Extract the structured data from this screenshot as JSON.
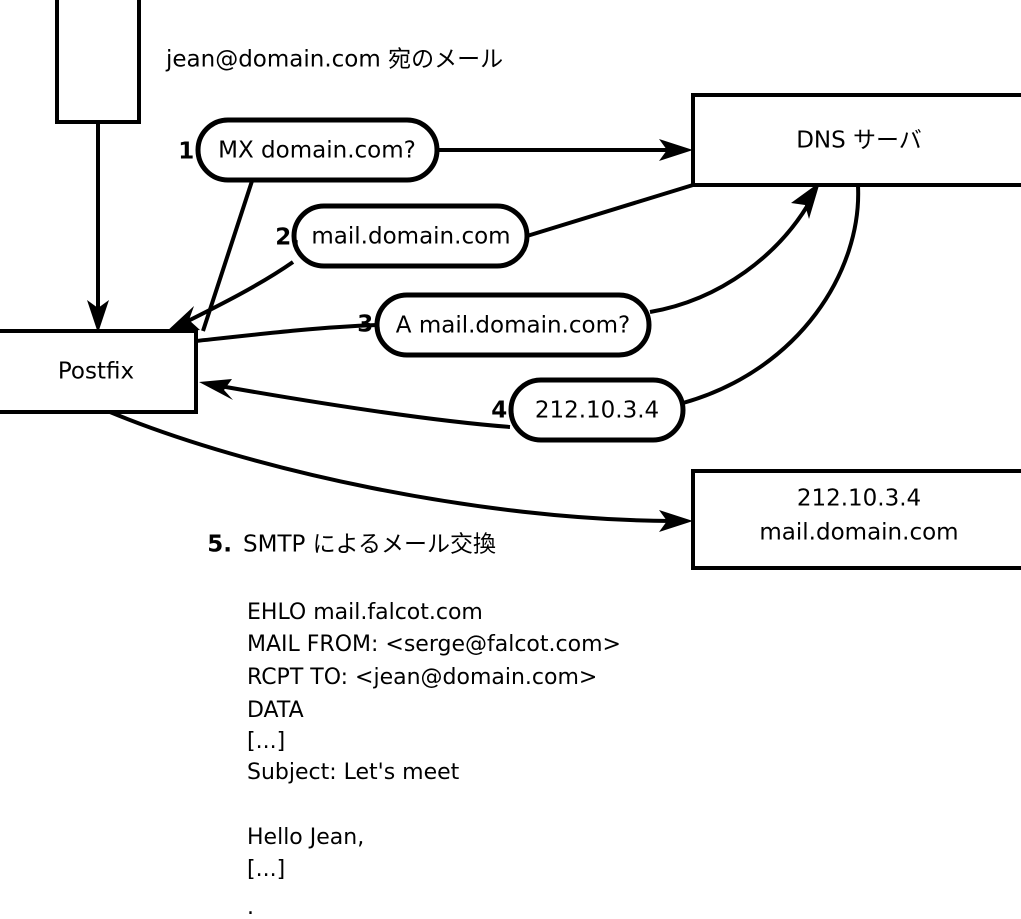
{
  "diagram": {
    "title_note": "jean@domain.com 宛のメール",
    "nodes": [
      {
        "id": "client",
        "label": ""
      },
      {
        "id": "postfix",
        "label": "Postfix"
      },
      {
        "id": "dns",
        "label": "DNS サーバ"
      },
      {
        "id": "mailserver",
        "line1": "212.10.3.4",
        "line2": "mail.domain.com"
      }
    ],
    "steps": [
      {
        "num": "1.",
        "label": "MX domain.com?"
      },
      {
        "num": "2.",
        "label": "mail.domain.com"
      },
      {
        "num": "3.",
        "label": "A mail.domain.com?"
      },
      {
        "num": "4.",
        "label": "212.10.3.4"
      }
    ],
    "step5": {
      "num": "5.",
      "label": "SMTP によるメール交換"
    },
    "smtp_transcript": [
      "EHLO mail.falcot.com",
      "MAIL FROM: <serge@falcot.com>",
      "RCPT TO: <jean@domain.com>",
      "DATA",
      "[...]",
      "Subject: Let's meet",
      "",
      "Hello Jean,",
      "[...]",
      "."
    ],
    "colors": {
      "stroke": "#000000",
      "fill": "#ffffff",
      "text": "#000000"
    }
  }
}
